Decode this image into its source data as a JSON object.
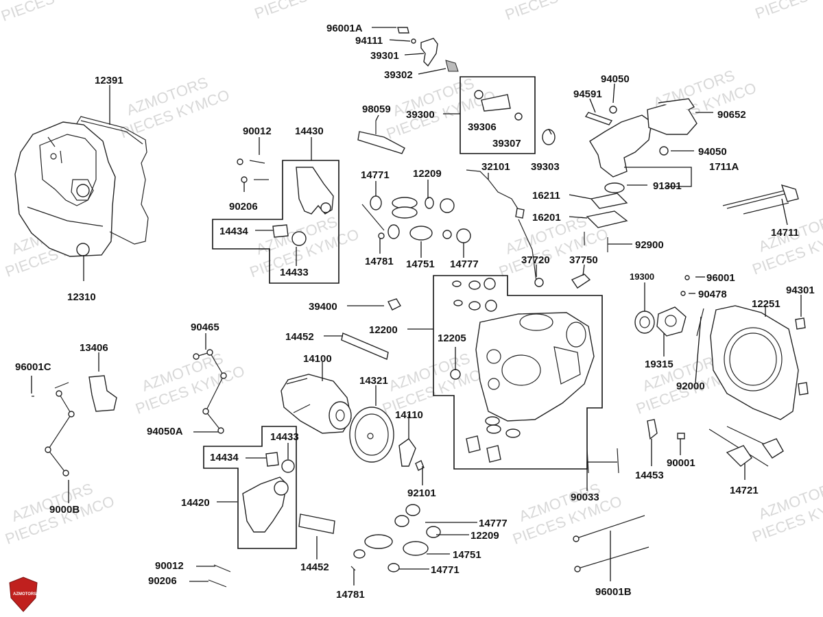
{
  "watermark": {
    "line1": "AZMOTORS",
    "line2": "PIECES KYMCO",
    "corner_text": "PIECES"
  },
  "logo": {
    "text": "AZMOTORS",
    "color": "#c0201e"
  },
  "parts": {
    "p96001A": "96001A",
    "p94111": "94111",
    "p39301": "39301",
    "p39302": "39302",
    "p39300": "39300",
    "p39306": "39306",
    "p39307": "39307",
    "p39303": "39303",
    "p98059": "98059",
    "p12391": "12391",
    "p12310": "12310",
    "p90012a": "90012",
    "p90206a": "90206",
    "p14430": "14430",
    "p14434a": "14434",
    "p14433a": "14433",
    "p14771a": "14771",
    "p12209a": "12209",
    "p14781a": "14781",
    "p14751a": "14751",
    "p14777a": "14777",
    "p32101": "32101",
    "p94050a": "94050",
    "p94591": "94591",
    "p90652": "90652",
    "p94050b": "94050",
    "p1711A": "1711A",
    "p91301": "91301",
    "p16211": "16211",
    "p16201": "16201",
    "p92900": "92900",
    "p14711": "14711",
    "p37720": "37720",
    "p37750": "37750",
    "p39400": "39400",
    "p12200": "12200",
    "p12205": "12205",
    "p14452a": "14452",
    "p14100": "14100",
    "p14321": "14321",
    "p14110": "14110",
    "p92101": "92101",
    "p19300": "19300",
    "p96001": "96001",
    "p90478": "90478",
    "p12251": "12251",
    "p94301": "94301",
    "p19315": "19315",
    "p92000": "92000",
    "p90465": "90465",
    "p13406": "13406",
    "p96001C": "96001C",
    "p94050A": "94050A",
    "p9000B": "9000B",
    "p14433b": "14433",
    "p14434b": "14434",
    "p14420": "14420",
    "p14453": "14453",
    "p90001": "90001",
    "p90033": "90033",
    "p14721": "14721",
    "p14777b": "14777",
    "p12209b": "12209",
    "p14751b": "14751",
    "p14771b": "14771",
    "p14452b": "14452",
    "p14781b": "14781",
    "p90012b": "90012",
    "p90206b": "90206",
    "p96001B": "96001B"
  }
}
